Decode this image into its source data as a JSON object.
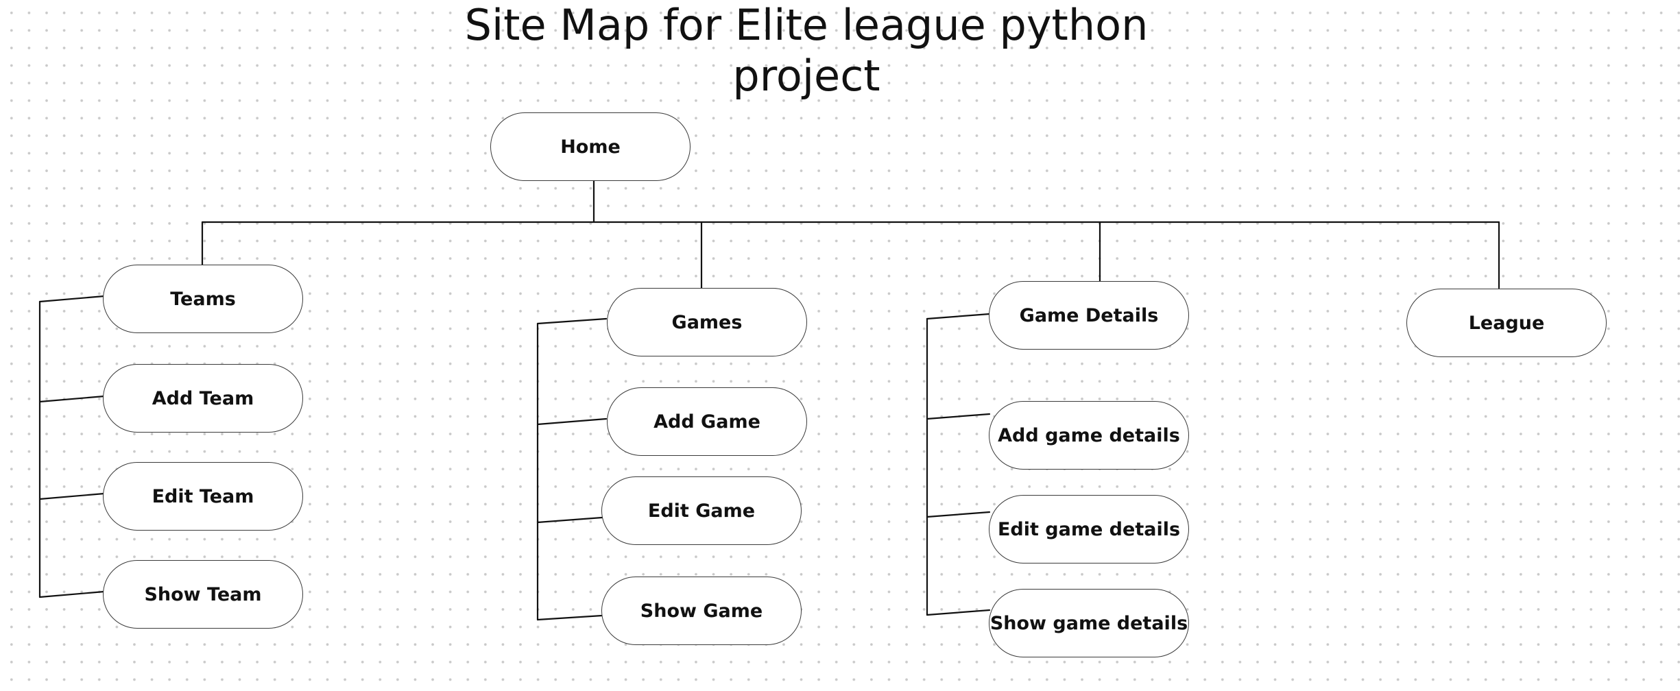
{
  "title": {
    "line1": "Site Map for Elite league python",
    "line2": "project"
  },
  "nodes": {
    "home": "Home",
    "teams": "Teams",
    "add_team": "Add Team",
    "edit_team": "Edit Team",
    "show_team": "Show Team",
    "games": "Games",
    "add_game": "Add Game",
    "edit_game": "Edit Game",
    "show_game": "Show Game",
    "game_details": "Game Details",
    "add_game_details": "Add game details",
    "edit_game_details": "Edit game details",
    "show_game_details": "Show game details",
    "league": "League"
  },
  "colors": {
    "connector": "#111111",
    "node_border": "#3a3a3a",
    "grid_dots": "#c9c9c9"
  }
}
